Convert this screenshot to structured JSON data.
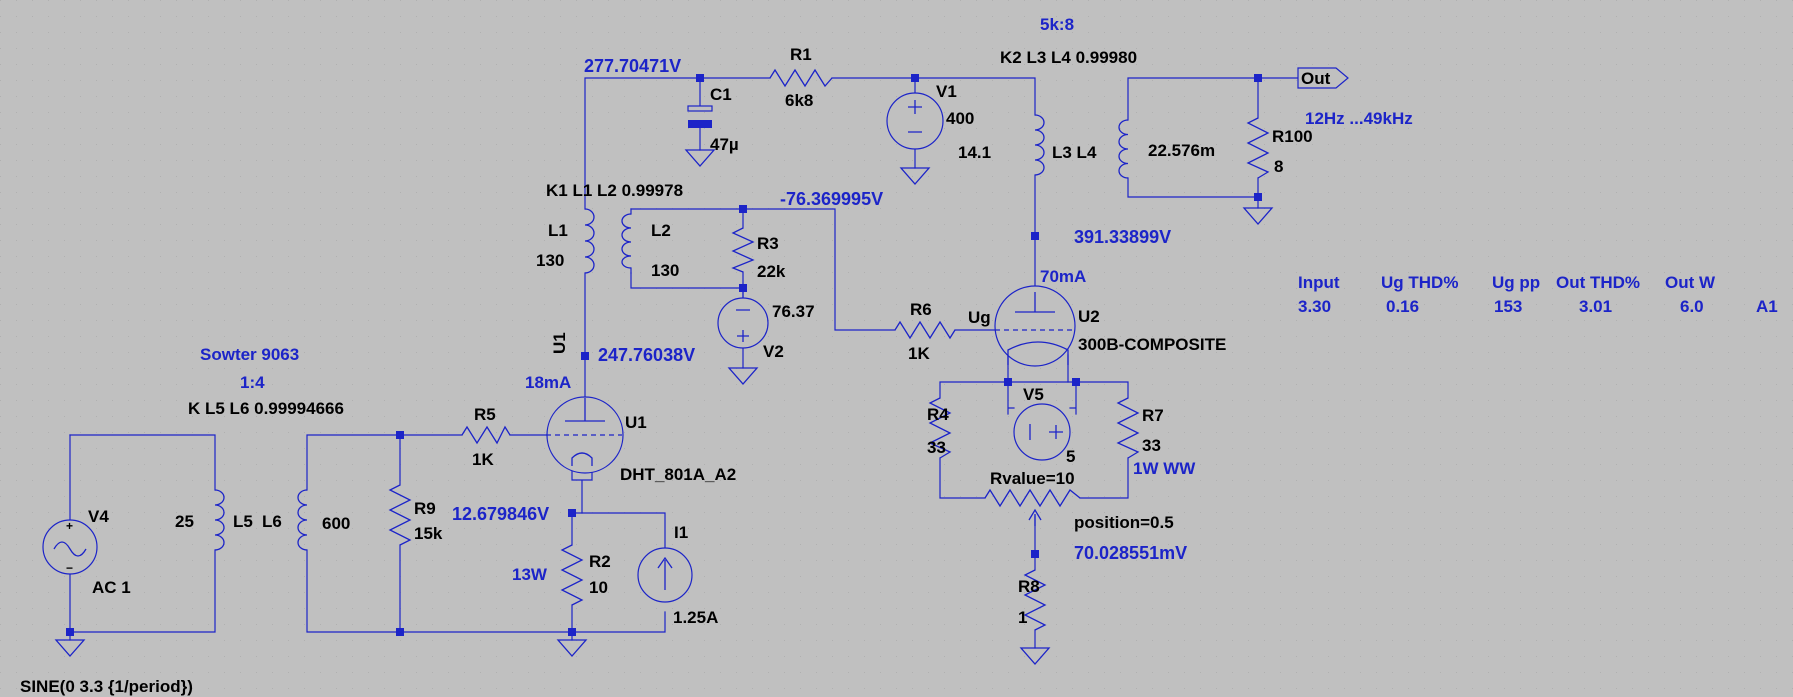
{
  "colors": {
    "background": "#c0c0c0",
    "wire": "#1c24c8",
    "label": "#000000",
    "net_label": "#1c24c8"
  },
  "labels": {
    "v4": {
      "name": "V4",
      "value": "AC 1",
      "source": "SINE(0 3.3 {1/period})"
    },
    "l5": {
      "value": "25",
      "name": "L5"
    },
    "l6": {
      "name": "L6",
      "value": "600"
    },
    "transformer1": {
      "title": "Sowter 9063",
      "ratio": "1:4",
      "coupling": "K L5 L6  0.99994666"
    },
    "r9": {
      "name": "R9",
      "value": "15k"
    },
    "r5": {
      "name": "R5",
      "value": "1K"
    },
    "u1": {
      "name": "U1",
      "model": "DHT_801A_A2",
      "rotated_label": "U1"
    },
    "r2": {
      "name": "R2",
      "value": "10",
      "note": "13W"
    },
    "i1": {
      "name": "I1",
      "value": "1.25A"
    },
    "l1": {
      "name": "L1",
      "value": "130"
    },
    "l2": {
      "name": "L2",
      "value": "130"
    },
    "transformer2": {
      "coupling": "K1 L1 L2  0.99978"
    },
    "r3": {
      "name": "R3",
      "value": "22k"
    },
    "v2": {
      "name": "V2",
      "value": "76.37"
    },
    "c1": {
      "name": "C1",
      "value": "47µ"
    },
    "r1": {
      "name": "R1",
      "value": "6k8"
    },
    "v1": {
      "name": "V1",
      "value": "400"
    },
    "r6": {
      "name": "R6",
      "value": "1K"
    },
    "ug": "Ug",
    "u2": {
      "name": "U2",
      "model": "300B-COMPOSITE"
    },
    "l3l4": {
      "value_l3": "14.1",
      "name": "L3 L4",
      "value_l4": "22.576m"
    },
    "transformer3": {
      "ratio": "5k:8",
      "coupling": "K2 L3 L4 0.99980"
    },
    "r100": {
      "name": "R100",
      "value": "8"
    },
    "out": "Out",
    "bandwidth": "12Hz ...49kHz",
    "r4": {
      "name": "R4",
      "value": "33"
    },
    "v5": {
      "name": "V5",
      "value": "5"
    },
    "r7": {
      "name": "R7",
      "value": "33",
      "note": "1W  WW"
    },
    "pot": {
      "value": "Rvalue=10",
      "position": "position=0.5"
    },
    "r8": {
      "name": "R8",
      "value": "1"
    }
  },
  "nets": {
    "u1_anode_top": "277.70471V",
    "u1_anode": "247.76038V",
    "u1_cathode": "12.679846V",
    "u2_grid": "-76.369995V",
    "u2_anode": "391.33899V",
    "u2_current": "70mA",
    "u1_current": "18mA",
    "pot_wiper": "70.028551mV"
  },
  "results": {
    "headers": [
      "Input",
      "Ug THD%",
      "Ug pp",
      "Out THD%",
      "Out W"
    ],
    "values": [
      "3.30",
      "0.16",
      "153",
      "3.01",
      "6.0"
    ],
    "tag": "A1"
  }
}
